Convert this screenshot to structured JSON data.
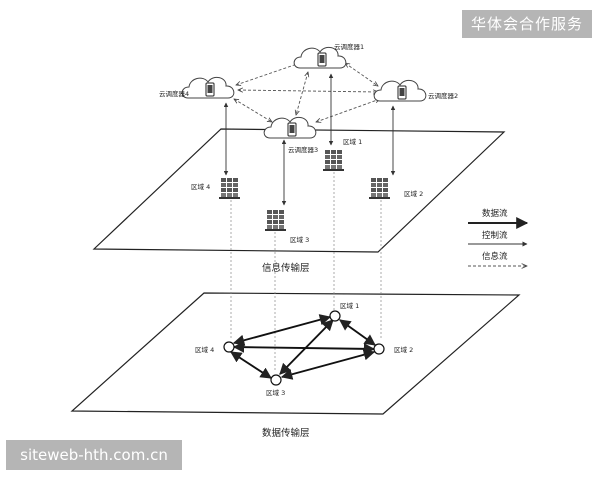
{
  "watermark_top": "华体会合作服务",
  "watermark_bottom": "siteweb-hth.com.cn",
  "schedulers": [
    {
      "label": "云调度器1"
    },
    {
      "label": "云调度器2"
    },
    {
      "label": "云调度器3"
    },
    {
      "label": "云调度器4"
    }
  ],
  "info_layer": {
    "title": "信息传输层",
    "regions": [
      "区域 1",
      "区域 2",
      "区域 3",
      "区域 4"
    ]
  },
  "data_layer": {
    "title": "数据传输层",
    "regions": [
      "区域 1",
      "区域 2",
      "区域 3",
      "区域 4"
    ]
  },
  "legend": {
    "data_flow": "数据流",
    "control_flow": "控制流",
    "info_flow": "信息流"
  },
  "colors": {
    "line": "#222222",
    "dashed": "#555555",
    "server": "#666666"
  }
}
